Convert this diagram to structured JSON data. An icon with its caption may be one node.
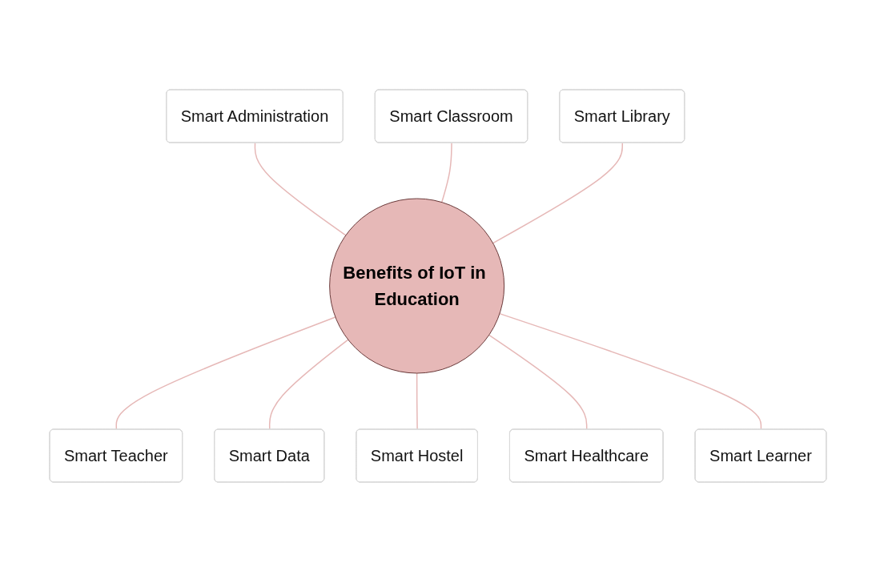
{
  "diagram": {
    "nodes": [
      {
        "text": [
          "Smart Classroom"
        ]
      },
      {
        "text": [
          "Smart Administration"
        ]
      },
      {
        "text": [
          "Smart Library"
        ]
      },
      {
        "text": [
          "Smart Teacher"
        ]
      },
      {
        "text": [
          "Benefits of IoT in Education"
        ]
      },
      {
        "text": [
          "Smart Data"
        ]
      },
      {
        "text": [
          "Smart Hostel"
        ]
      },
      {
        "text": [
          "Smart Learner"
        ]
      },
      {
        "text": [
          "Smart Healthcare"
        ]
      }
    ],
    "edges": [
      {
        "from": 1,
        "to": 4,
        "arrow": "none"
      },
      {
        "from": 0,
        "to": 4,
        "arrow": "none"
      },
      {
        "from": 2,
        "to": 4,
        "arrow": "none"
      },
      {
        "from": 4,
        "to": 3,
        "arrow": "none"
      },
      {
        "from": 4,
        "to": 5,
        "arrow": "none"
      },
      {
        "from": 4,
        "to": 6,
        "arrow": "none"
      },
      {
        "from": 4,
        "to": 8,
        "arrow": "none"
      },
      {
        "from": 4,
        "to": 7,
        "arrow": "none"
      }
    ]
  }
}
